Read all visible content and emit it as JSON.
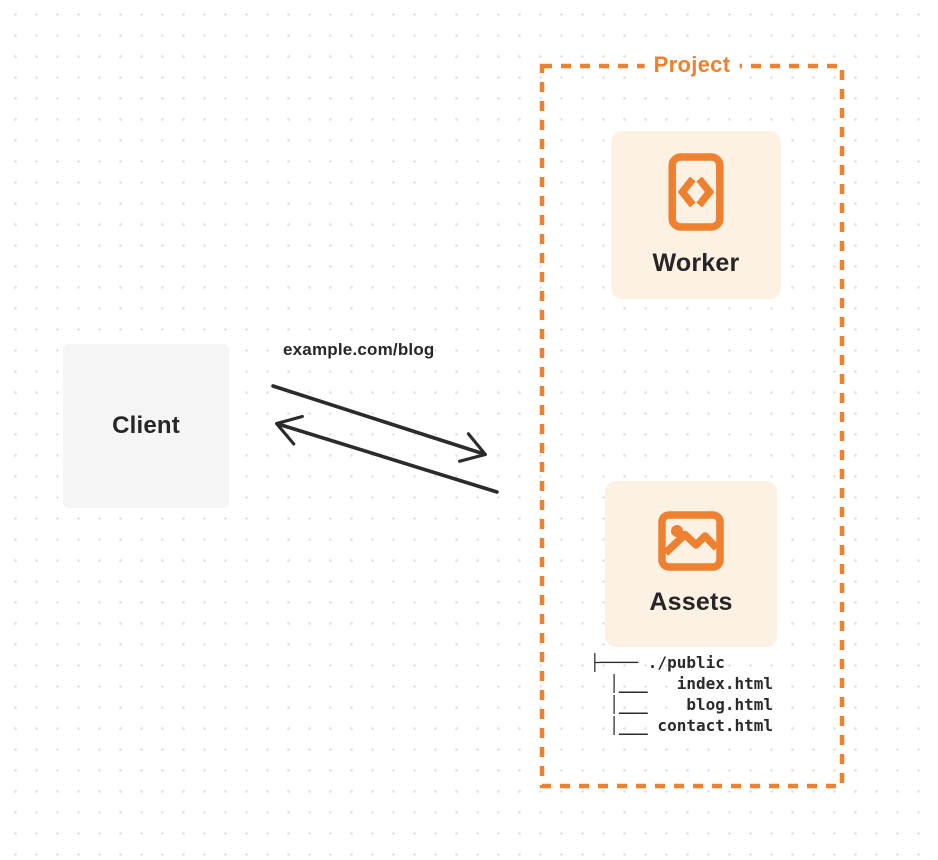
{
  "colors": {
    "accent": "#ED8130",
    "card_bg": "#FDF1E4",
    "client_bg": "#F5F5F6",
    "ink": "#262626",
    "arrow": "#2B2B2B",
    "dot_grid": "#E2E2E5"
  },
  "client": {
    "label": "Client"
  },
  "request": {
    "url": "example.com/blog"
  },
  "project": {
    "title": "Project",
    "worker": {
      "label": "Worker",
      "icon": "code-document-icon"
    },
    "assets": {
      "label": "Assets",
      "icon": "image-icon",
      "tree": [
        "├──── ./public",
        "  │___   index.html",
        "  │___    blog.html",
        "  │___ contact.html"
      ]
    }
  }
}
